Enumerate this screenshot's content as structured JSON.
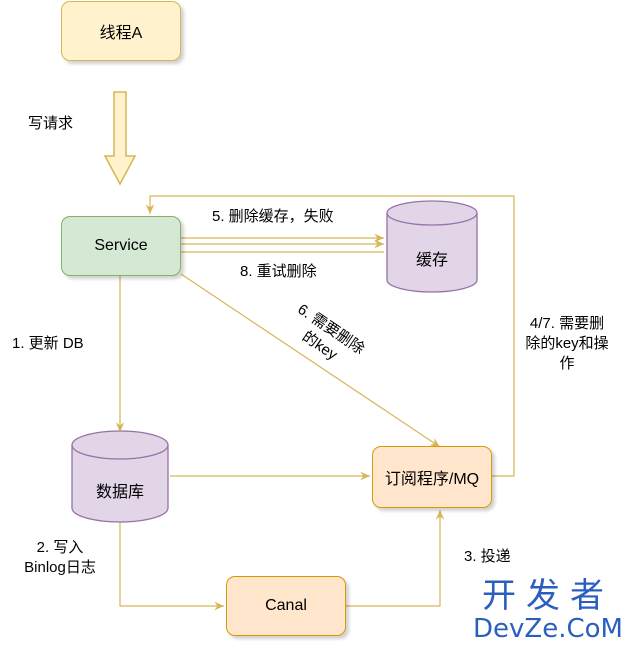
{
  "colors": {
    "yellow_fill": "#fff2cc",
    "yellow_stroke": "#d6b656",
    "green_fill": "#d5e8d4",
    "green_stroke": "#82b366",
    "purple_fill": "#e1d5e7",
    "purple_stroke": "#9673a6",
    "orange_fill": "#ffe6cc",
    "orange_stroke": "#d79b00",
    "edge": "#d6b656",
    "watermark": "#2b5fbf"
  },
  "nodes": {
    "thread": "线程A",
    "service": "Service",
    "cache": "缓存",
    "database": "数据库",
    "mq": "订阅程序/MQ",
    "canal": "Canal"
  },
  "edges": {
    "write_request": "写请求",
    "update_db": "1. 更新 DB",
    "binlog_line1": "2. 写入",
    "binlog_line2": "Binlog日志",
    "deliver": "3. 投递",
    "delete_fail": "5. 删除缓存，失败",
    "need_delete_line1": "6. 需要删除",
    "need_delete_line2": "的key",
    "retry_delete": "8. 重试删除",
    "mq_feedback_line1": "4/7. 需要删",
    "mq_feedback_line2": "除的key和操",
    "mq_feedback_line3": "作"
  },
  "watermark": {
    "cn": "开发者",
    "en": "DevZe.CoM"
  }
}
